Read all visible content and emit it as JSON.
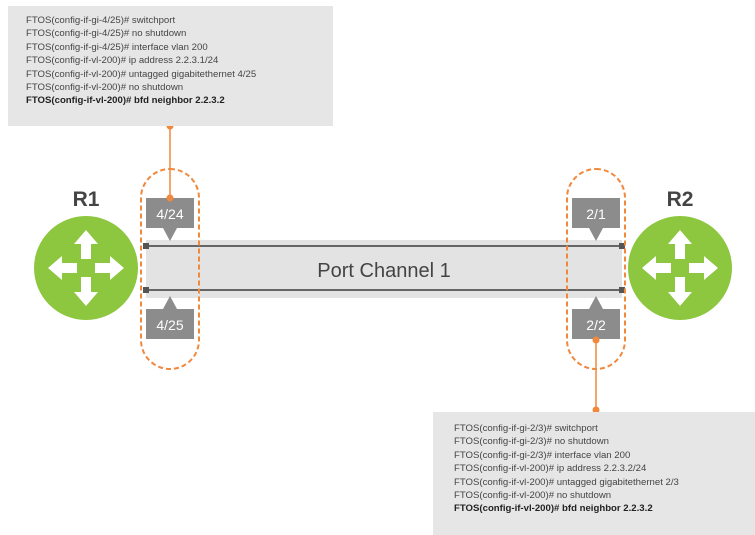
{
  "colors": {
    "router_green": "#8dc63f",
    "port_tab": "#8c8c8c",
    "orange_accent": "#f0883e",
    "channel_fill": "#e3e3e3",
    "config_box": "#e6e6e6"
  },
  "r1": {
    "label": "R1",
    "port_top": "4/24",
    "port_bottom": "4/25",
    "config": [
      "FTOS(config-if-gi-4/25)# switchport",
      "FTOS(config-if-gi-4/25)# no shutdown",
      "FTOS(config-if-gi-4/25)# interface vlan 200",
      "FTOS(config-if-vl-200)# ip address 2.2.3.1/24",
      "FTOS(config-if-vl-200)# untagged gigabitethernet 4/25",
      "FTOS(config-if-vl-200)# no shutdown",
      "FTOS(config-if-vl-200)# bfd neighbor 2.2.3.2"
    ]
  },
  "r2": {
    "label": "R2",
    "port_top": "2/1",
    "port_bottom": "2/2",
    "config": [
      "FTOS(config-if-gi-2/3)# switchport",
      "FTOS(config-if-gi-2/3)# no shutdown",
      "FTOS(config-if-gi-2/3)# interface vlan 200",
      "FTOS(config-if-vl-200)# ip address 2.2.3.2/24",
      "FTOS(config-if-vl-200)# untagged gigabitethernet 2/3",
      "FTOS(config-if-vl-200)# no shutdown",
      "FTOS(config-if-vl-200)# bfd neighbor 2.2.3.2"
    ]
  },
  "channel": {
    "label": "Port Channel 1"
  }
}
